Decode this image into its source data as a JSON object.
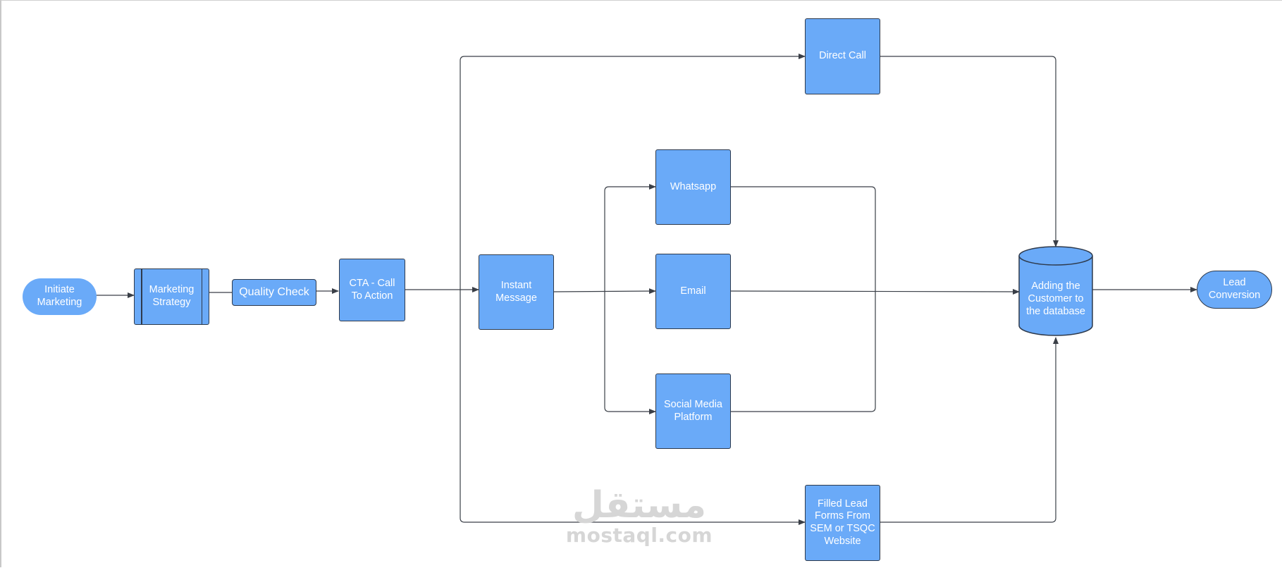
{
  "colors": {
    "node_fill": "#6aaaf8",
    "node_stroke": "#2e3a4c",
    "edge": "#3a3f47",
    "watermark": "#d6d6d6"
  },
  "nodes": {
    "initiate_marketing": "Initiate Marketing",
    "marketing_strategy": "Marketing Strategy",
    "quality_check": "Quality Check",
    "cta": "CTA - Call To Action",
    "instant_message": "Instant Message",
    "whatsapp": "Whatsapp",
    "email": "Email",
    "social_media": "Social Media Platform",
    "direct_call": "Direct Call",
    "filled_lead_forms": "Filled Lead Forms From SEM or TSQC Website",
    "database": "Adding the Customer to the database",
    "lead_conversion": "Lead Conversion"
  },
  "watermark": {
    "arabic": "مستقل",
    "latin": "mostaql.com"
  }
}
